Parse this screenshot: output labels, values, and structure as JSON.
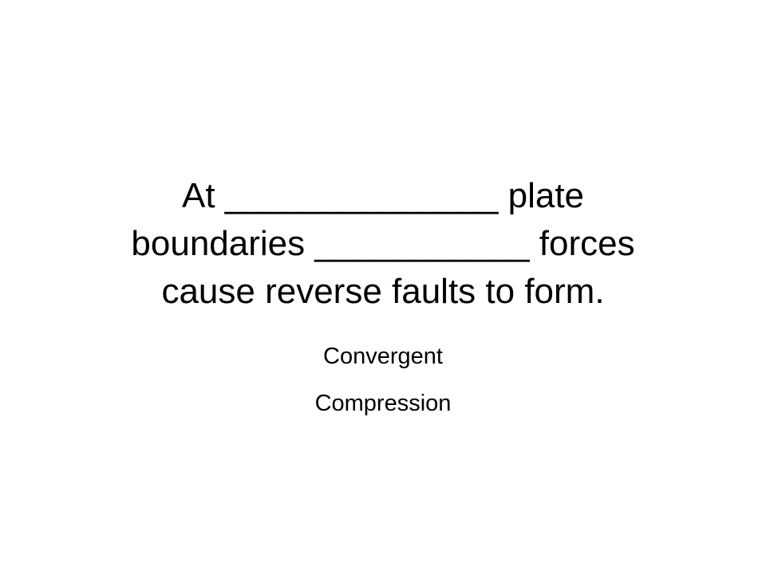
{
  "slide": {
    "title_lines": [
      "At ______________ plate",
      "boundaries ___________ forces",
      "cause reverse faults to form."
    ],
    "answers": [
      "Convergent",
      "Compression"
    ]
  }
}
